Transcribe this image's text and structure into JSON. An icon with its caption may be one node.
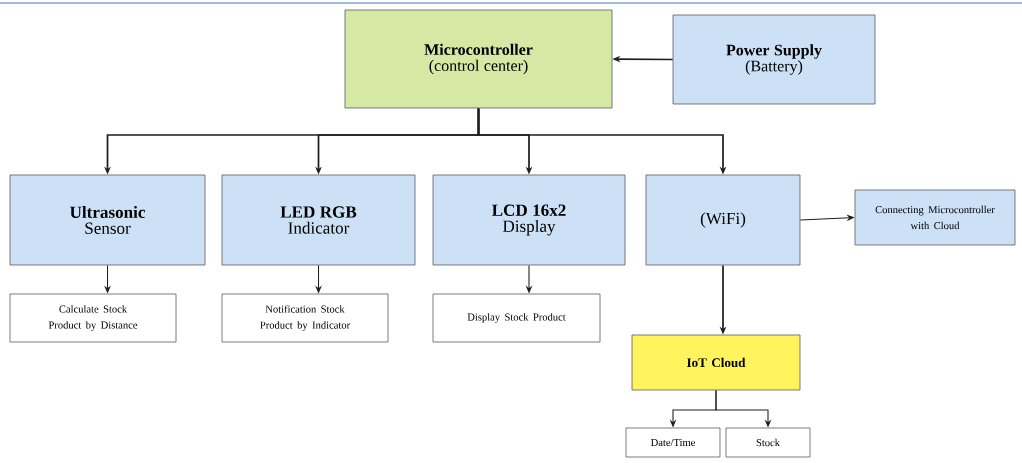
{
  "diagram": {
    "nodes": [
      {
        "text": [
          "Microcontroller",
          "(control center)"
        ]
      },
      {
        "text": [
          "Power Supply",
          "(Battery)"
        ]
      },
      {
        "text": [
          "Ultrasonic",
          "Sensor"
        ]
      },
      {
        "text": [
          "LED RGB",
          "Indicator"
        ]
      },
      {
        "text": [
          "LCD 16x2",
          "Display"
        ]
      },
      {
        "text": [
          "(WiFi)"
        ]
      },
      {
        "text": [
          "Connecting Microcontroller with Cloud"
        ]
      },
      {
        "text": [
          "Calculate Stock Product by Distance"
        ]
      },
      {
        "text": [
          "Notification Stock Product by Indicator"
        ]
      },
      {
        "text": [
          "Display Stock Product"
        ]
      },
      {
        "text": [
          "IoT Cloud"
        ]
      },
      {
        "text": [
          "Date/Time"
        ]
      },
      {
        "text": [
          "Stock"
        ]
      }
    ],
    "edges": [
      {
        "from": 1,
        "to": 0,
        "arrow": "to"
      },
      {
        "from": 0,
        "to": 2,
        "arrow": "to"
      },
      {
        "from": 0,
        "to": 3,
        "arrow": "to"
      },
      {
        "from": 0,
        "to": 4,
        "arrow": "to"
      },
      {
        "from": 0,
        "to": 5,
        "arrow": "to"
      },
      {
        "from": 5,
        "to": 6,
        "arrow": "to"
      },
      {
        "from": 2,
        "to": 7,
        "arrow": "to"
      },
      {
        "from": 3,
        "to": 8,
        "arrow": "to"
      },
      {
        "from": 4,
        "to": 9,
        "arrow": "to"
      },
      {
        "from": 5,
        "to": 10,
        "arrow": "to"
      },
      {
        "from": 10,
        "to": 11,
        "arrow": "to"
      },
      {
        "from": 10,
        "to": 12,
        "arrow": "to"
      }
    ]
  }
}
